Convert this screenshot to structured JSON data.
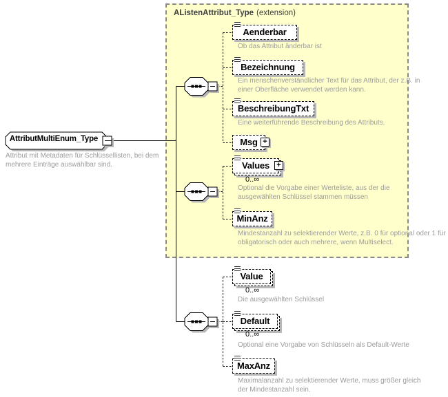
{
  "diagram": {
    "root": {
      "name": "AttributMultiEnum_Type",
      "annotation": "Attribut mit Metadaten für Schlüssellisten, bei dem mehrere Einträge auswählbar sind."
    },
    "extension": {
      "title": "AListenAttribut_Type",
      "suffix": "(extension)"
    },
    "glyphs": {
      "expand": "+",
      "collapse": "−"
    },
    "elements": [
      {
        "name": "Aenderbar",
        "annotation": "Ob das Attribut änderbar ist"
      },
      {
        "name": "Bezeichnung",
        "annotation": "Ein menschenverständlicher Text für das Attribut, der z.B. in einer Oberfläche verwendet werden kann."
      },
      {
        "name": "BeschreibungTxt",
        "annotation": "Eine weiterführende Beschreibung des Attributs."
      },
      {
        "name": "Msg"
      },
      {
        "name": "Values",
        "cardinality": "0..∞",
        "annotation": "Optional die Vorgabe einer Werteliste, aus der die ausgewählten Schlüssel stammen müssen"
      },
      {
        "name": "MinAnz",
        "annotation": "Mindestanzahl zu selektierender Werte, z.B. 0 für optional oder 1 für obligatorisch oder auch mehrere, wenn Multiselect."
      },
      {
        "name": "Value",
        "cardinality": "0..∞",
        "annotation": "Die ausgewählten Schlüssel"
      },
      {
        "name": "Default",
        "cardinality": "0..∞",
        "annotation": "Optional eine Vorgabe von Schlüsseln als Default-Werte"
      },
      {
        "name": "MaxAnz",
        "annotation": "Maximalanzahl zu selektierender Werte, muss größer gleich der Mindestanzahl sein."
      }
    ],
    "colors": {
      "extension_bg": "#ffffcc",
      "extension_border": "#8a8a8a",
      "annotation_text": "#9c9c9c",
      "shadow": "#b8b8b8",
      "line": "#000000"
    }
  }
}
